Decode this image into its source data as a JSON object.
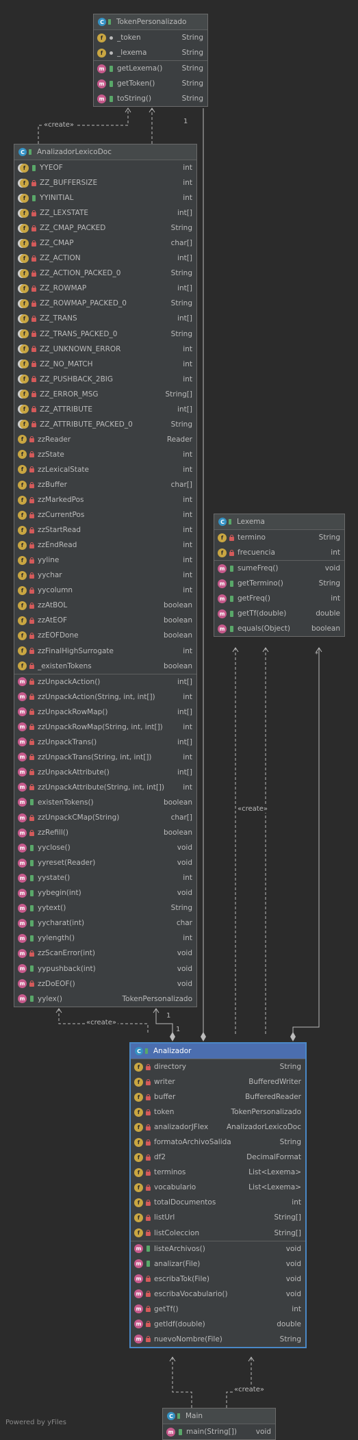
{
  "classes": {
    "token": {
      "name": "TokenPersonalizado",
      "fields": [
        {
          "access": "pkg",
          "name": "_token",
          "type": "String"
        },
        {
          "access": "pkg",
          "name": "_lexema",
          "type": "String"
        }
      ],
      "methods": [
        {
          "access": "pub",
          "name": "getLexema()",
          "type": "String"
        },
        {
          "access": "pub",
          "name": "getToken()",
          "type": "String"
        },
        {
          "access": "pub",
          "name": "toString()",
          "type": "String"
        }
      ]
    },
    "lexer": {
      "name": "AnalizadorLexicoDoc",
      "fields": [
        {
          "kind": "s",
          "access": "pub",
          "name": "YYEOF",
          "type": "int"
        },
        {
          "kind": "s",
          "access": "pri",
          "name": "ZZ_BUFFERSIZE",
          "type": "int"
        },
        {
          "kind": "s",
          "access": "pub",
          "name": "YYINITIAL",
          "type": "int"
        },
        {
          "kind": "s",
          "access": "pri",
          "name": "ZZ_LEXSTATE",
          "type": "int[]"
        },
        {
          "kind": "s",
          "access": "pri",
          "name": "ZZ_CMAP_PACKED",
          "type": "String"
        },
        {
          "kind": "s",
          "access": "pri",
          "name": "ZZ_CMAP",
          "type": "char[]"
        },
        {
          "kind": "s",
          "access": "pri",
          "name": "ZZ_ACTION",
          "type": "int[]"
        },
        {
          "kind": "s",
          "access": "pri",
          "name": "ZZ_ACTION_PACKED_0",
          "type": "String"
        },
        {
          "kind": "s",
          "access": "pri",
          "name": "ZZ_ROWMAP",
          "type": "int[]"
        },
        {
          "kind": "s",
          "access": "pri",
          "name": "ZZ_ROWMAP_PACKED_0",
          "type": "String"
        },
        {
          "kind": "s",
          "access": "pri",
          "name": "ZZ_TRANS",
          "type": "int[]"
        },
        {
          "kind": "s",
          "access": "pri",
          "name": "ZZ_TRANS_PACKED_0",
          "type": "String"
        },
        {
          "kind": "s",
          "access": "pri",
          "name": "ZZ_UNKNOWN_ERROR",
          "type": "int"
        },
        {
          "kind": "s",
          "access": "pri",
          "name": "ZZ_NO_MATCH",
          "type": "int"
        },
        {
          "kind": "s",
          "access": "pri",
          "name": "ZZ_PUSHBACK_2BIG",
          "type": "int"
        },
        {
          "kind": "s",
          "access": "pri",
          "name": "ZZ_ERROR_MSG",
          "type": "String[]"
        },
        {
          "kind": "s",
          "access": "pri",
          "name": "ZZ_ATTRIBUTE",
          "type": "int[]"
        },
        {
          "kind": "s",
          "access": "pri",
          "name": "ZZ_ATTRIBUTE_PACKED_0",
          "type": "String"
        },
        {
          "kind": "f",
          "access": "pri",
          "name": "zzReader",
          "type": "Reader"
        },
        {
          "kind": "f",
          "access": "pri",
          "name": "zzState",
          "type": "int"
        },
        {
          "kind": "f",
          "access": "pri",
          "name": "zzLexicalState",
          "type": "int"
        },
        {
          "kind": "f",
          "access": "pri",
          "name": "zzBuffer",
          "type": "char[]"
        },
        {
          "kind": "f",
          "access": "pri",
          "name": "zzMarkedPos",
          "type": "int"
        },
        {
          "kind": "f",
          "access": "pri",
          "name": "zzCurrentPos",
          "type": "int"
        },
        {
          "kind": "f",
          "access": "pri",
          "name": "zzStartRead",
          "type": "int"
        },
        {
          "kind": "f",
          "access": "pri",
          "name": "zzEndRead",
          "type": "int"
        },
        {
          "kind": "f",
          "access": "pri",
          "name": "yyline",
          "type": "int"
        },
        {
          "kind": "f",
          "access": "pri",
          "name": "yychar",
          "type": "int"
        },
        {
          "kind": "f",
          "access": "pri",
          "name": "yycolumn",
          "type": "int"
        },
        {
          "kind": "f",
          "access": "pri",
          "name": "zzAtBOL",
          "type": "boolean"
        },
        {
          "kind": "f",
          "access": "pri",
          "name": "zzAtEOF",
          "type": "boolean"
        },
        {
          "kind": "f",
          "access": "pri",
          "name": "zzEOFDone",
          "type": "boolean"
        },
        {
          "kind": "f",
          "access": "pri",
          "name": "zzFinalHighSurrogate",
          "type": "int"
        },
        {
          "kind": "f",
          "access": "pri",
          "name": "_existenTokens",
          "type": "boolean"
        }
      ],
      "methods": [
        {
          "access": "pri",
          "name": "zzUnpackAction()",
          "type": "int[]"
        },
        {
          "access": "pri",
          "name": "zzUnpackAction(String, int, int[])",
          "type": "int"
        },
        {
          "access": "pri",
          "name": "zzUnpackRowMap()",
          "type": "int[]"
        },
        {
          "access": "pri",
          "name": "zzUnpackRowMap(String, int, int[])",
          "type": "int"
        },
        {
          "access": "pri",
          "name": "zzUnpackTrans()",
          "type": "int[]"
        },
        {
          "access": "pri",
          "name": "zzUnpackTrans(String, int, int[])",
          "type": "int"
        },
        {
          "access": "pri",
          "name": "zzUnpackAttribute()",
          "type": "int[]"
        },
        {
          "access": "pri",
          "name": "zzUnpackAttribute(String, int, int[])",
          "type": "int"
        },
        {
          "access": "pub",
          "name": "existenTokens()",
          "type": "boolean"
        },
        {
          "access": "pri",
          "name": "zzUnpackCMap(String)",
          "type": "char[]"
        },
        {
          "access": "pri",
          "name": "zzRefill()",
          "type": "boolean"
        },
        {
          "access": "pub",
          "name": "yyclose()",
          "type": "void"
        },
        {
          "access": "pub",
          "name": "yyreset(Reader)",
          "type": "void"
        },
        {
          "access": "pub",
          "name": "yystate()",
          "type": "int"
        },
        {
          "access": "pub",
          "name": "yybegin(int)",
          "type": "void"
        },
        {
          "access": "pub",
          "name": "yytext()",
          "type": "String"
        },
        {
          "access": "pub",
          "name": "yycharat(int)",
          "type": "char"
        },
        {
          "access": "pub",
          "name": "yylength()",
          "type": "int"
        },
        {
          "access": "pri",
          "name": "zzScanError(int)",
          "type": "void"
        },
        {
          "access": "pub",
          "name": "yypushback(int)",
          "type": "void"
        },
        {
          "access": "pri",
          "name": "zzDoEOF()",
          "type": "void"
        },
        {
          "access": "pub",
          "name": "yylex()",
          "type": "TokenPersonalizado"
        }
      ]
    },
    "lexema": {
      "name": "Lexema",
      "fields": [
        {
          "access": "pri",
          "name": "termino",
          "type": "String"
        },
        {
          "access": "pri",
          "name": "frecuencia",
          "type": "int"
        }
      ],
      "methods": [
        {
          "access": "pub",
          "name": "sumeFreq()",
          "type": "void"
        },
        {
          "access": "pub",
          "name": "getTermino()",
          "type": "String"
        },
        {
          "access": "pub",
          "name": "getFreq()",
          "type": "int"
        },
        {
          "access": "pub",
          "name": "getTf(double)",
          "type": "double"
        },
        {
          "access": "pub",
          "name": "equals(Object)",
          "type": "boolean"
        }
      ]
    },
    "analizador": {
      "name": "Analizador",
      "fields": [
        {
          "access": "pri",
          "name": "directory",
          "type": "String"
        },
        {
          "access": "pri",
          "name": "writer",
          "type": "BufferedWriter"
        },
        {
          "access": "pri",
          "name": "buffer",
          "type": "BufferedReader"
        },
        {
          "access": "pri",
          "name": "token",
          "type": "TokenPersonalizado"
        },
        {
          "access": "pri",
          "name": "analizadorJFlex",
          "type": "AnalizadorLexicoDoc"
        },
        {
          "access": "pri",
          "name": "formatoArchivoSalida",
          "type": "String"
        },
        {
          "access": "pri",
          "name": "df2",
          "type": "DecimalFormat"
        },
        {
          "access": "pri",
          "name": "terminos",
          "type": "List<Lexema>"
        },
        {
          "access": "pri",
          "name": "vocabulario",
          "type": "List<Lexema>"
        },
        {
          "access": "pri",
          "name": "totalDocumentos",
          "type": "int"
        },
        {
          "access": "pri",
          "name": "listUrl",
          "type": "String[]"
        },
        {
          "access": "pri",
          "name": "listColeccion",
          "type": "String[]"
        }
      ],
      "methods": [
        {
          "access": "pub",
          "name": "listeArchivos()",
          "type": "void"
        },
        {
          "access": "pub",
          "name": "analizar(File)",
          "type": "void"
        },
        {
          "access": "pri",
          "name": "escribaTok(File)",
          "type": "void"
        },
        {
          "access": "pri",
          "name": "escribaVocabulario()",
          "type": "void"
        },
        {
          "access": "pri",
          "name": "getTf()",
          "type": "int"
        },
        {
          "access": "pri",
          "name": "getIdf(double)",
          "type": "double"
        },
        {
          "access": "pri",
          "name": "nuevoNombre(File)",
          "type": "String"
        }
      ]
    },
    "main": {
      "name": "Main",
      "fields": [],
      "methods": [
        {
          "access": "pub",
          "name": "main(String[])",
          "type": "void"
        }
      ]
    }
  },
  "edge_labels": {
    "create_token": "«create»",
    "create_lexer": "«create»",
    "create_lexema": "«create»",
    "create_main": "«create»",
    "mult_token": "1",
    "mult_lexer_left": "1",
    "mult_lexer_right": "1",
    "mult_lexema": "*"
  },
  "colors": {
    "background": "#2b2b2b",
    "class_fill": "#3c3f41",
    "header_fill": "#45494a",
    "selected_header": "#4b6eaf",
    "selected_border": "#4a88c7",
    "edge": "#bbbbbb"
  },
  "footer": "Powered by yFiles"
}
